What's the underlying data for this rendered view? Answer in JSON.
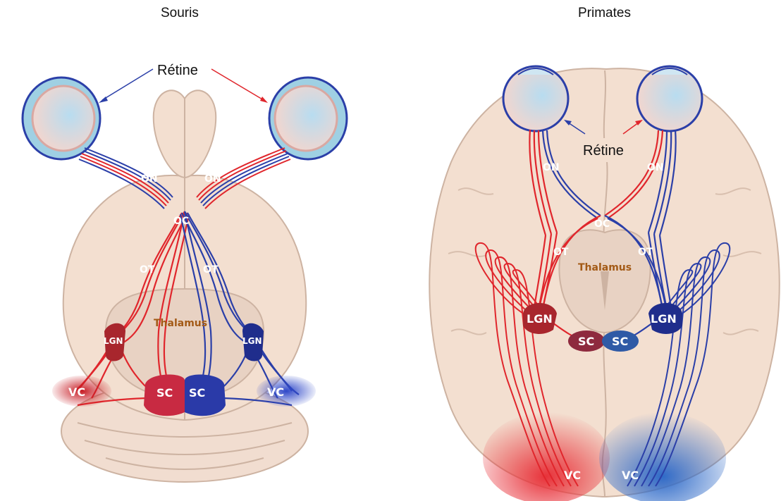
{
  "titles": {
    "left": "Souris",
    "right": "Primates"
  },
  "mouse": {
    "retina": "Rétine",
    "on_left": "ON",
    "on_right": "ON",
    "oc": "OC",
    "ot_left": "OT",
    "ot_right": "OT",
    "thalamus": "Thalamus",
    "lgn_left": "LGN",
    "lgn_right": "LGN",
    "sc_left": "SC",
    "sc_right": "SC",
    "vc_left": "VC",
    "vc_right": "VC"
  },
  "primate": {
    "retina": "Rétine",
    "on_left": "ON",
    "on_right": "ON",
    "oc": "OC",
    "ot_left": "OT",
    "ot_right": "OT",
    "thalamus": "Thalamus",
    "lgn_left": "LGN",
    "lgn_right": "LGN",
    "sc_left": "SC",
    "sc_right": "SC",
    "vc_left": "VC",
    "vc_right": "VC"
  },
  "colors": {
    "brain": "#f3dfd0",
    "brain_outline": "#cdb3a2",
    "red_pathway": "#e0262c",
    "blue_pathway": "#2b3fa8",
    "thalamus_text": "#a35a16"
  }
}
